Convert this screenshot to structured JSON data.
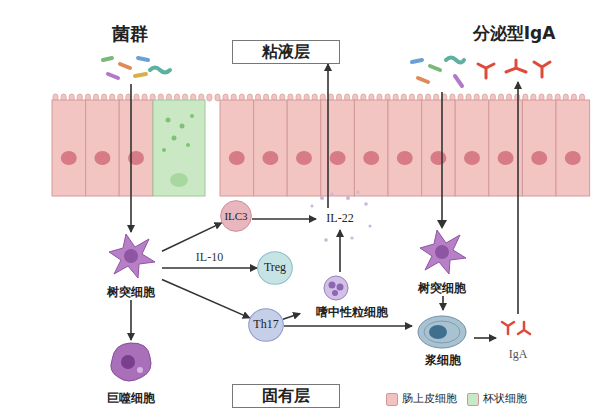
{
  "diagram": {
    "nodes": [
      {
        "text": [
          "菌群"
        ]
      },
      {
        "text": [
          "粘液层"
        ]
      },
      {
        "text": [
          "分泌型IgA"
        ]
      },
      {
        "text": [
          "树突细胞"
        ]
      },
      {
        "text": [
          "ILC3"
        ]
      },
      {
        "text": [
          "IL-22"
        ]
      },
      {
        "text": [
          "Treg"
        ]
      },
      {
        "text": [
          "Th17"
        ]
      },
      {
        "text": [
          "嗜中性粒细胞"
        ]
      },
      {
        "text": [
          "树突细胞"
        ]
      },
      {
        "text": [
          "浆细胞"
        ]
      },
      {
        "text": [
          "IgA"
        ]
      },
      {
        "text": [
          "巨噬细胞"
        ]
      },
      {
        "text": [
          "固有层"
        ]
      }
    ],
    "edges": [
      {
        "from": 0,
        "to": 3,
        "arrow": "to"
      },
      {
        "from": 3,
        "to": 4,
        "arrow": "to"
      },
      {
        "from": 3,
        "to": 6,
        "label": "IL-10",
        "arrow": "to"
      },
      {
        "from": 3,
        "to": 7,
        "arrow": "to"
      },
      {
        "from": 3,
        "to": 12,
        "arrow": "to"
      },
      {
        "from": 4,
        "to": 5,
        "arrow": "to"
      },
      {
        "from": 7,
        "to": 8,
        "arrow": "to"
      },
      {
        "from": 8,
        "to": 5,
        "arrow": "to"
      },
      {
        "from": 5,
        "to": 1,
        "arrow": "to"
      },
      {
        "from": 7,
        "to": 10,
        "arrow": "to"
      },
      {
        "from": 9,
        "to": 10,
        "arrow": "to"
      },
      {
        "from": 10,
        "to": 11,
        "arrow": "to"
      },
      {
        "from": 11,
        "to": 2,
        "arrow": "to"
      }
    ],
    "legend": [
      {
        "text": "肠上皮细胞",
        "color": "#f2c2c0"
      },
      {
        "text": "杯状细胞",
        "color": "#c9e8c3"
      }
    ]
  }
}
